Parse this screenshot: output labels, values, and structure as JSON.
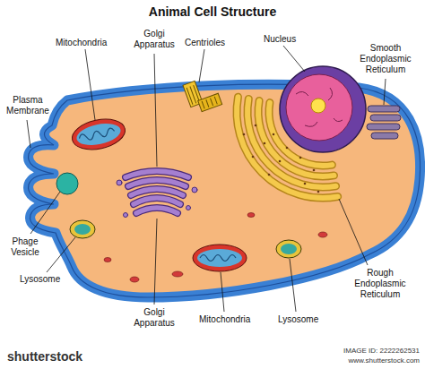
{
  "diagram": {
    "title": "Animal Cell Structure",
    "labels": [
      "Mitochondria",
      "Golgi Apparatus",
      "Centrioles",
      "Nucleus",
      "Smooth Endoplasmic Reticulum",
      "Plasma Membrane",
      "Phage Vesicle",
      "Lysosome",
      "Golgi Apparatus",
      "Mitochondria",
      "Lysosome",
      "Rough Endoplasmic Reticulum",
      "shutterstock",
      "IMAGE ID: 2222262531",
      "www.shutterstock.com"
    ]
  }
}
